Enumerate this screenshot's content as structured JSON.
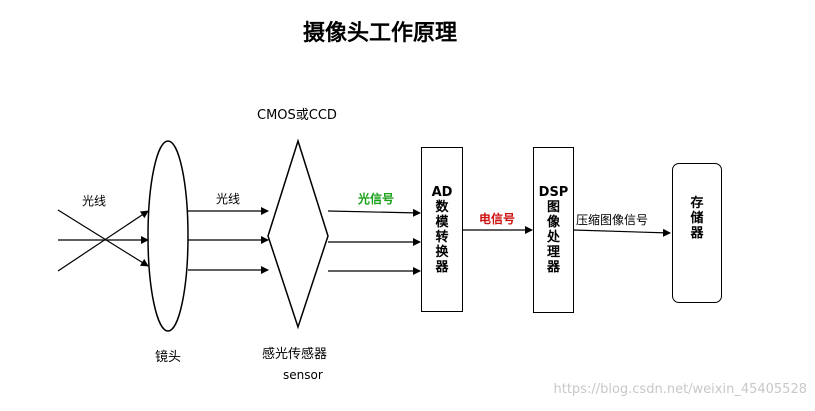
{
  "title": "摄像头工作原理",
  "labels": {
    "light_left": "光线",
    "light_mid": "光线",
    "sensor_type": "CMOS或CCD",
    "light_signal": "光信号",
    "electric_signal": "电信号",
    "compressed_signal": "压缩图像信号",
    "lens": "镜头",
    "sensor_cn": "感光传感器",
    "sensor_en": "sensor"
  },
  "boxes": {
    "ad": [
      "AD",
      "数",
      "模",
      "转",
      "换",
      "器"
    ],
    "dsp": [
      "DSP",
      "图",
      "像",
      "处",
      "理",
      "器"
    ],
    "storage": [
      "存",
      "储",
      "器"
    ]
  },
  "watermark": "https://blog.csdn.net/weixin_45405528",
  "colors": {
    "light_signal": "#1aa11a",
    "electric_signal": "#cc1111"
  }
}
